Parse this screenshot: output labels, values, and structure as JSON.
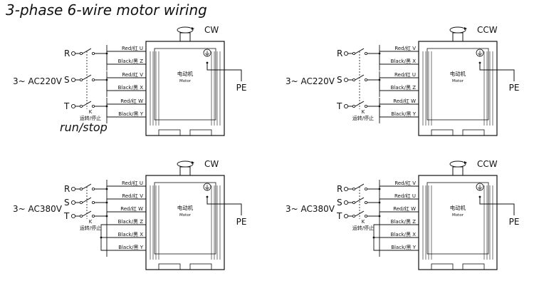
{
  "title": "3-phase 6-wire motor wiring",
  "annotation": "run/stop",
  "motor_label": "电动机",
  "motor_sublabel": "Motor",
  "switch_label": "K",
  "switch_caption": "运转/停止",
  "ground_label": "PE",
  "phase_labels": [
    "R",
    "S",
    "T"
  ],
  "panels": [
    {
      "id": "tl",
      "rotation": "CW",
      "voltage": "3~ AC220V",
      "connection": "delta",
      "wires": [
        "Red/红 U",
        "Black/黑 Z",
        "Red/红 V",
        "Black/黑 X",
        "Red/红 W",
        "Black/黑 Y"
      ]
    },
    {
      "id": "tr",
      "rotation": "CCW",
      "voltage": "3~ AC220V",
      "connection": "delta",
      "wires": [
        "Red/红 V",
        "Black/黑 X",
        "Red/红 U",
        "Black/黑 Z",
        "Red/红 W",
        "Black/黑 Y"
      ]
    },
    {
      "id": "bl",
      "rotation": "CW",
      "voltage": "3~ AC380V",
      "connection": "star",
      "wires": [
        "Red/红 U",
        "Red/红 V",
        "Red/红 W",
        "Black/黑 Z",
        "Black/黑 X",
        "Black/黑 Y"
      ]
    },
    {
      "id": "br",
      "rotation": "CCW",
      "voltage": "3~ AC380V",
      "connection": "star",
      "wires": [
        "Red/红 V",
        "Red/红 U",
        "Red/红 W",
        "Black/黑 Z",
        "Black/黑 X",
        "Black/黑 Y"
      ]
    }
  ]
}
